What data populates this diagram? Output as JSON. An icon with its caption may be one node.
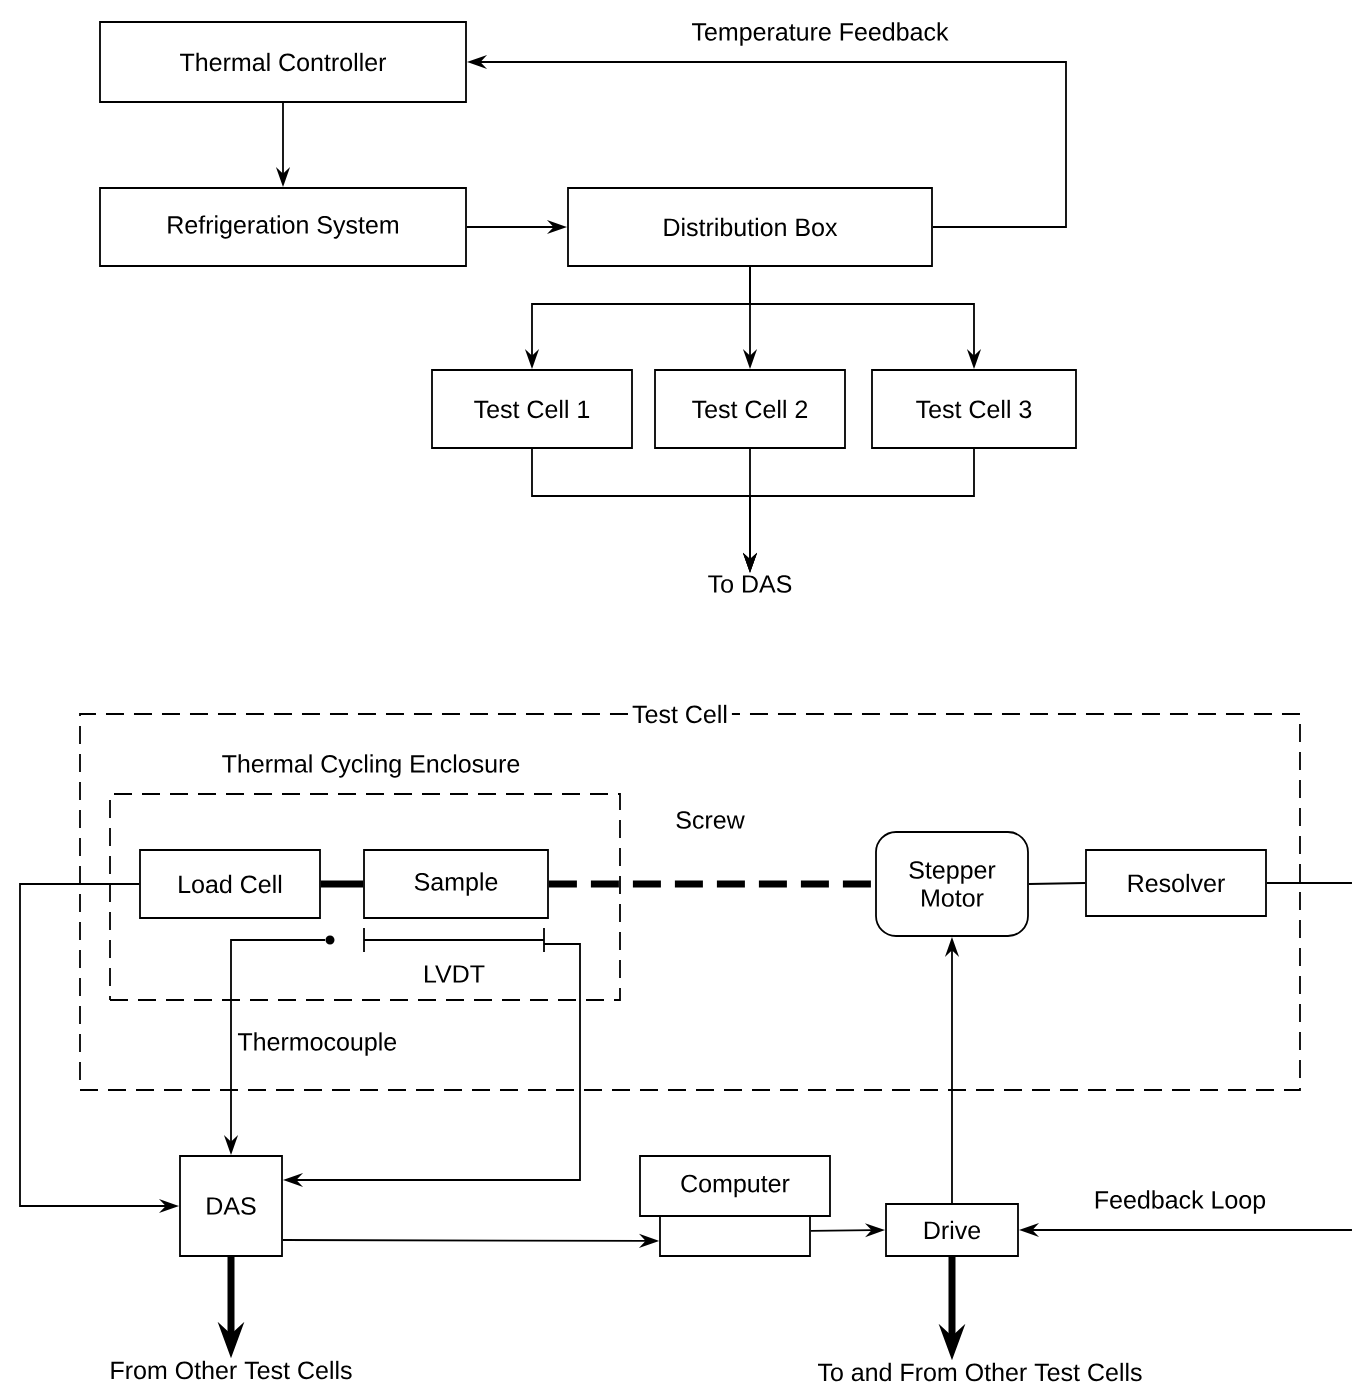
{
  "diagram": {
    "nodes": [
      {
        "text": [
          "Thermal Controller"
        ]
      },
      {
        "text": [
          "Refrigeration System"
        ]
      },
      {
        "text": [
          "Distribution Box"
        ]
      },
      {
        "text": [
          "Test Cell 1"
        ]
      },
      {
        "text": [
          "Test Cell 2"
        ]
      },
      {
        "text": [
          "Test Cell 3"
        ]
      },
      {
        "text": [
          "To DAS"
        ]
      },
      {
        "text": [
          "Test Cell"
        ]
      },
      {
        "text": [
          "Thermal Cycling Enclosure"
        ],
        "in": 7
      },
      {
        "text": [
          "Load Cell"
        ],
        "in": 8
      },
      {
        "text": [
          "Sample"
        ],
        "in": 8
      },
      {
        "text": [
          "LVDT"
        ],
        "in": 8
      },
      {
        "text": [
          "Stepper Motor"
        ],
        "in": 7
      },
      {
        "text": [
          "Resolver"
        ],
        "in": 7
      },
      {
        "text": [
          "DAS"
        ]
      },
      {
        "text": [
          "Computer"
        ]
      },
      {
        "text": [
          "Drive"
        ]
      },
      {
        "text": [
          "From Other Test Cells"
        ]
      },
      {
        "text": [
          "To and From Other Test Cells"
        ]
      },
      {
        "text": [],
        "shape": "circle",
        "in": 8
      }
    ],
    "edges": [
      {
        "from": 0,
        "to": 1,
        "arrow": "to"
      },
      {
        "from": 1,
        "to": 2,
        "arrow": "to"
      },
      {
        "from": 2,
        "to": 0,
        "arrow": "to",
        "label": "Temperature Feedback"
      },
      {
        "from": 2,
        "to": 3,
        "arrow": "to"
      },
      {
        "from": 2,
        "to": 4,
        "arrow": "to"
      },
      {
        "from": 2,
        "to": 5,
        "arrow": "to"
      },
      {
        "from": 3,
        "to": 6,
        "arrow": "to"
      },
      {
        "from": 4,
        "to": 6,
        "arrow": "to"
      },
      {
        "from": 5,
        "to": 6,
        "arrow": "to"
      },
      {
        "from": 9,
        "to": 10,
        "arrow": "none",
        "style": "thick"
      },
      {
        "from": 10,
        "to": 12,
        "arrow": "none",
        "style": "dashed",
        "label": "Screw"
      },
      {
        "from": 12,
        "to": 13,
        "arrow": "none"
      },
      {
        "from": 13,
        "to": null,
        "arrow": "none"
      },
      {
        "from": 9,
        "to": 14,
        "arrow": "to"
      },
      {
        "from": 19,
        "to": 14,
        "arrow": "to",
        "label": "Thermocouple"
      },
      {
        "from": 11,
        "to": 14,
        "arrow": "to"
      },
      {
        "from": 14,
        "to": 15,
        "arrow": "to"
      },
      {
        "from": 15,
        "to": 16,
        "arrow": "to"
      },
      {
        "from": 16,
        "to": 12,
        "arrow": "to"
      },
      {
        "from": null,
        "to": 16,
        "arrow": "to",
        "label": "Feedback Loop"
      },
      {
        "from": 14,
        "to": 17,
        "arrow": "to",
        "style": "thick"
      },
      {
        "from": 16,
        "to": 18,
        "arrow": "to",
        "style": "thick"
      }
    ]
  }
}
